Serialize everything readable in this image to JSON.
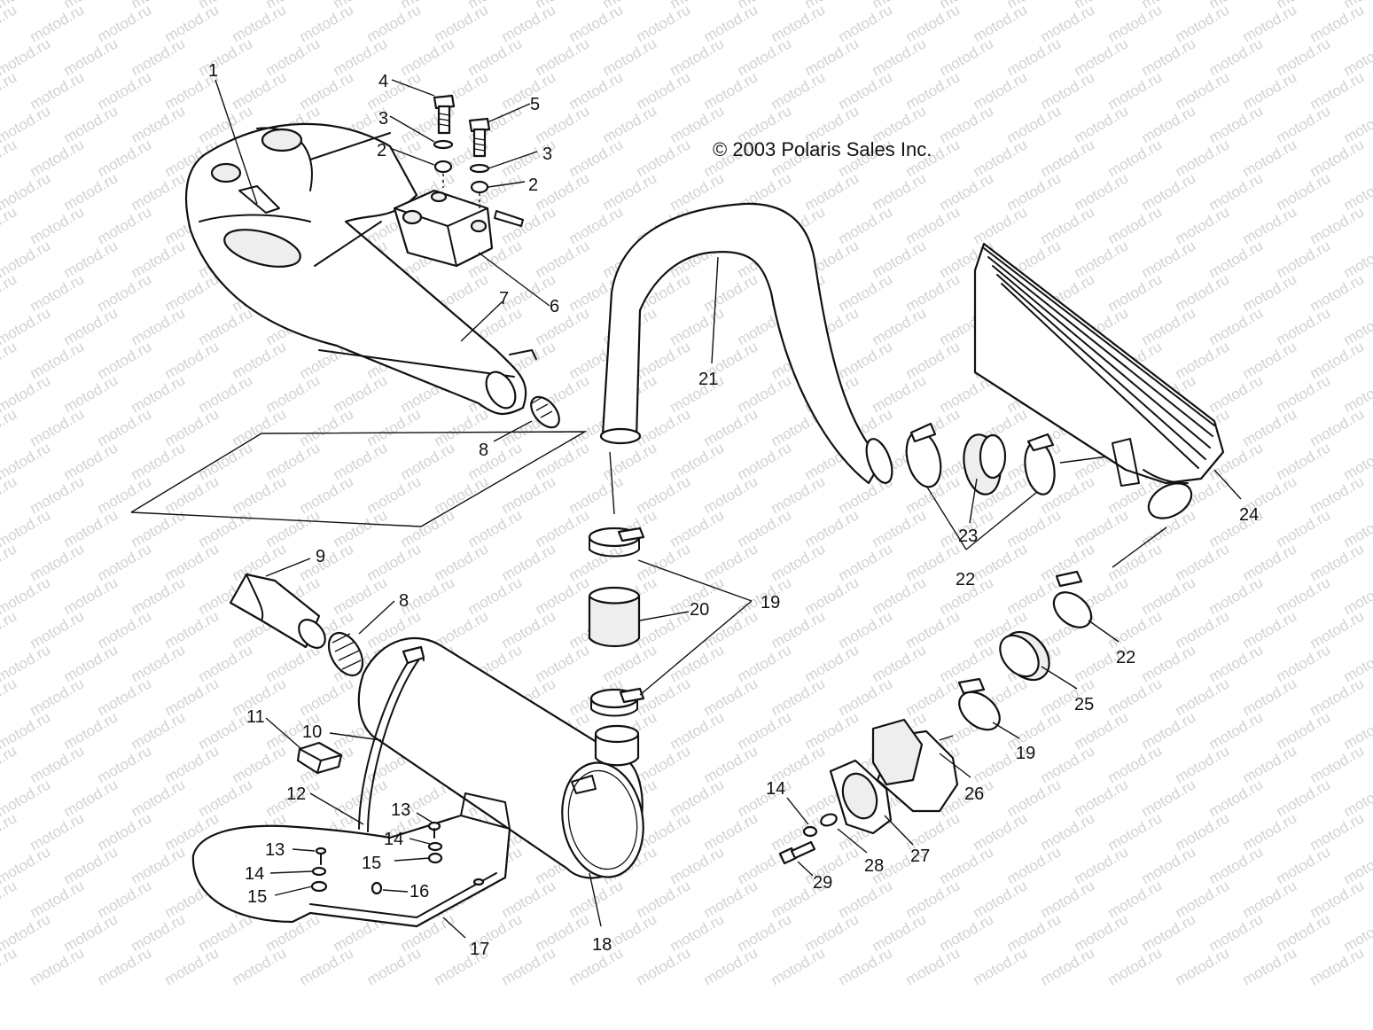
{
  "copyright": "© 2003 Polaris Sales Inc.",
  "watermark": "motod.ru",
  "callouts": {
    "c1": "1",
    "c2a": "2",
    "c2b": "2",
    "c3a": "3",
    "c3b": "3",
    "c4": "4",
    "c5": "5",
    "c6": "6",
    "c7": "7",
    "c8a": "8",
    "c8b": "8",
    "c9": "9",
    "c10": "10",
    "c11": "11",
    "c12": "12",
    "c13a": "13",
    "c13b": "13",
    "c14a": "14",
    "c14b": "14",
    "c14c": "14",
    "c15a": "15",
    "c15b": "15",
    "c16": "16",
    "c17": "17",
    "c18": "18",
    "c19a": "19",
    "c19b": "19",
    "c20": "20",
    "c21": "21",
    "c22a": "22",
    "c22b": "22",
    "c23": "23",
    "c24": "24",
    "c25": "25",
    "c26": "26",
    "c27": "27",
    "c28": "28",
    "c29": "29"
  }
}
